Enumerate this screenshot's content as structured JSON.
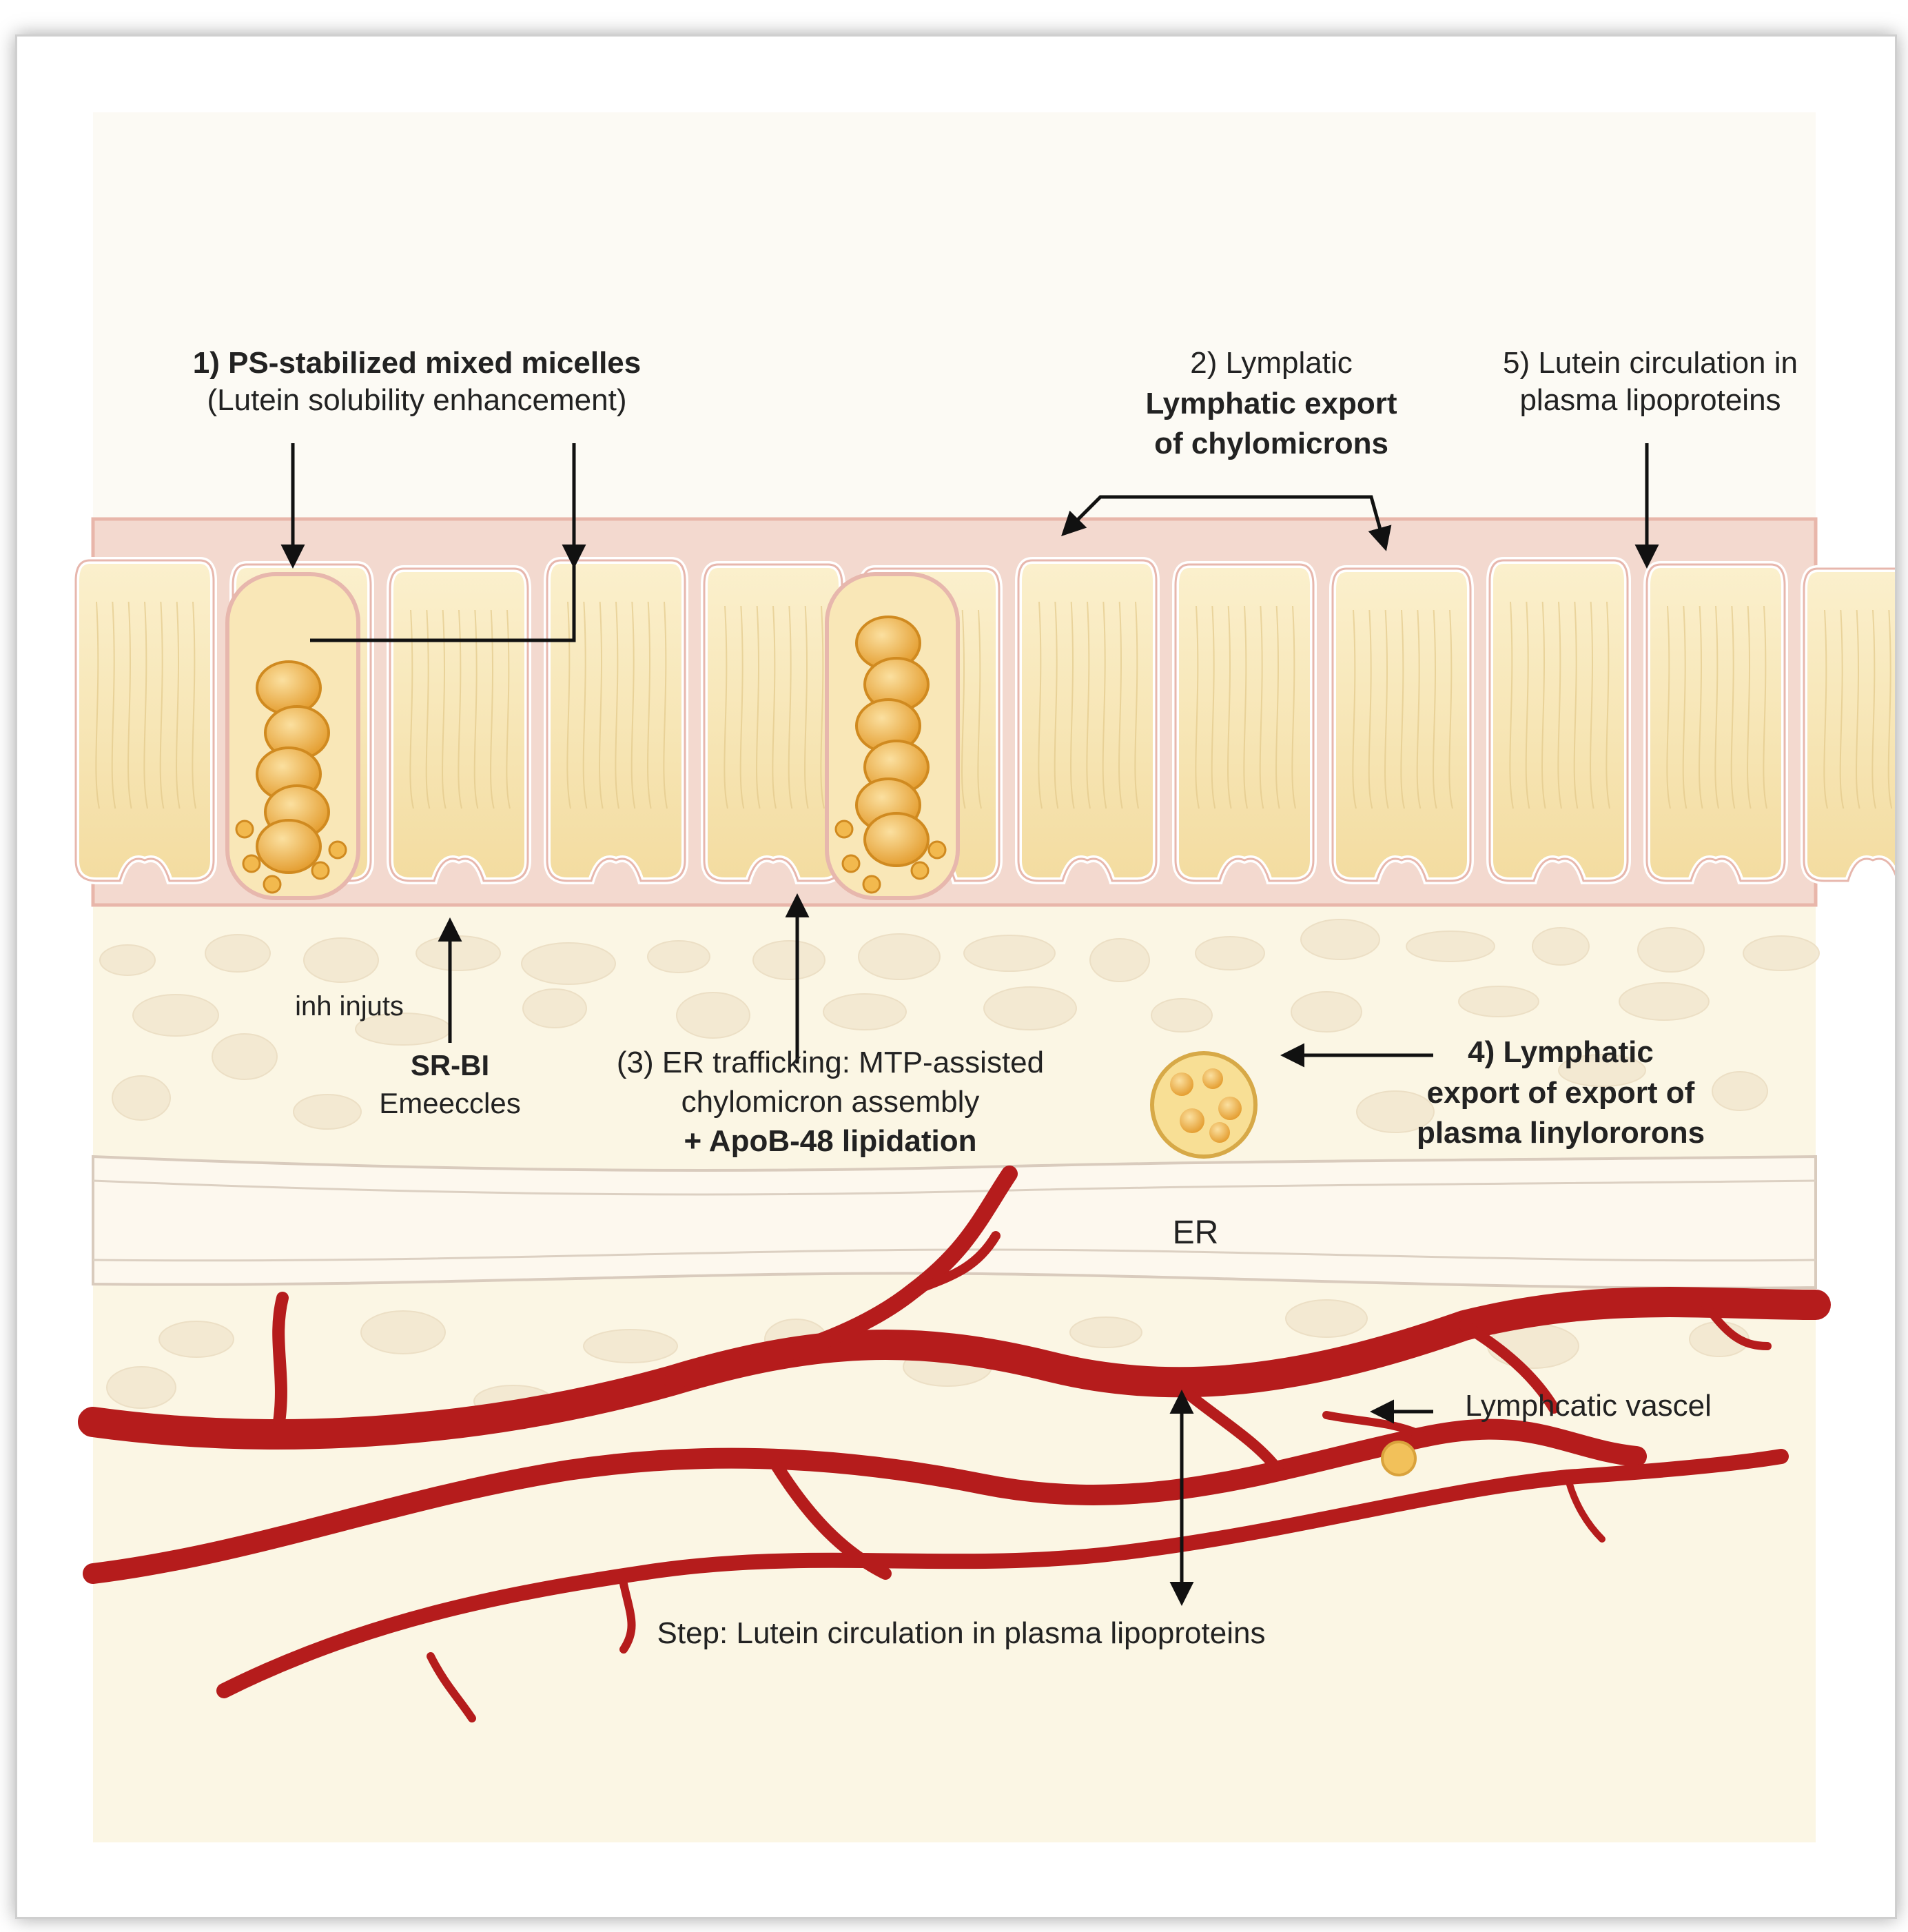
{
  "labels": {
    "step1_title": "1) PS-stabilized mixed micelles",
    "step1_sub": "(Lutein solubility enhancement)",
    "step2_line1": "2) Lymplatic",
    "step2_line2": "Lymphatic export",
    "step2_line3": "of chylomicrons",
    "step5_line1": "5) Lutein circulation in",
    "step5_line2": "plasma lipoproteins",
    "inh_inputs": "inh injuts",
    "srbi_title": "SR-BI",
    "srbi_sub": "Emeeccles",
    "step3_line1": "(3) ER trafficking: MTP-assisted",
    "step3_line2": "chylomicron assembly",
    "step3_line3": "+ ApoB-48 lipidation",
    "step4_line1": "4) Lymphatic",
    "step4_line2": "export of export of",
    "step4_line3": "plasma linylororons",
    "er": "ER",
    "lymph_vessel": "Lymphcatic vascel",
    "step_bottom": "Step: Lutein circulation in plasma lipoproteins"
  },
  "colors": {
    "cell_fill": "#f7e6b5",
    "cell_border": "#e7b7ad",
    "micelle": "#e9a93a",
    "lamina": "#fbf6e6",
    "vessel": "#b51c1c"
  }
}
